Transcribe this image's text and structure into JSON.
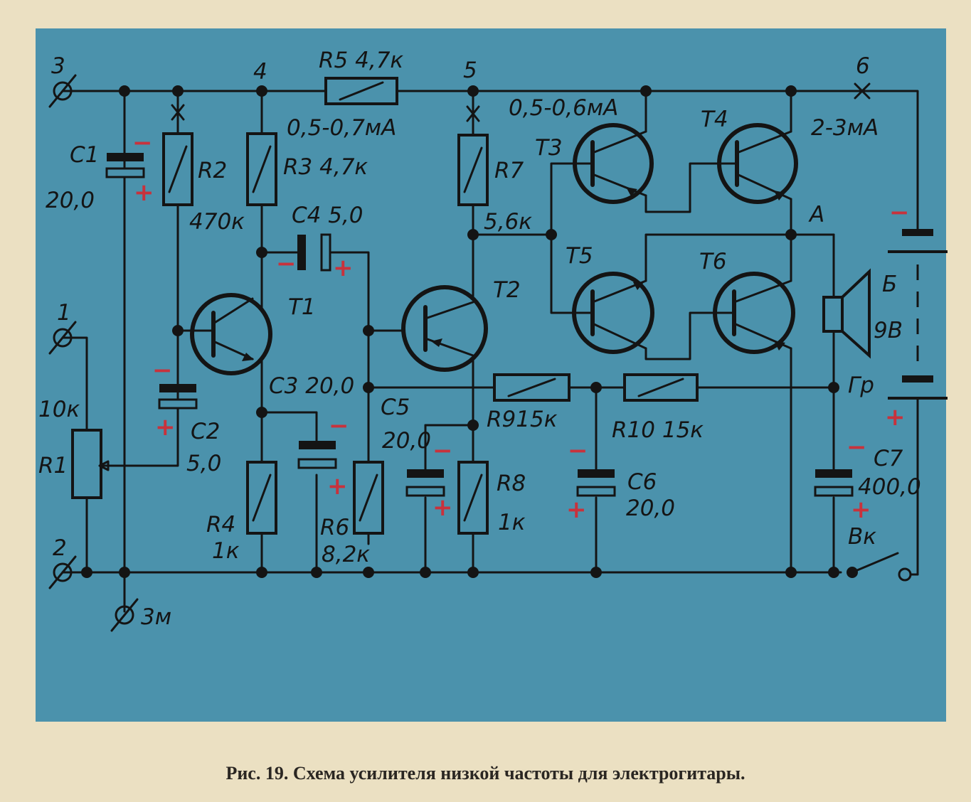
{
  "caption": "Рис. 19. Схема усилителя низкой частоты для электрогитары.",
  "nodes": {
    "n3": "3",
    "n4": "4",
    "n5": "5",
    "n6": "6",
    "n1": "1",
    "n2": "2",
    "n3m": "3м"
  },
  "components": {
    "c1_name": "C1",
    "c1_value": "20,0",
    "r2_name": "R2",
    "r2_value": "470к",
    "r3": "R3 4,7к",
    "r5": "R5 4,7к",
    "i1": "0,5-0,7мА",
    "c4": "C4 5,0",
    "r7_name": "R7",
    "r7_value": "5,6к",
    "i2": "0,5-0,6мА",
    "t1": "T1",
    "t2": "T2",
    "t3": "T3",
    "t4": "T4",
    "t5": "T5",
    "t6": "T6",
    "i3": "2-3мА",
    "node_a": "А",
    "bat_name": "Б",
    "bat_value": "9В",
    "spk": "Гр",
    "c3": "C3 20,0",
    "c5_name": "C5",
    "c5_value": "20,0",
    "r9": "R915к",
    "r10": "R10 15к",
    "r1_value": "10к",
    "r1_name": "R1",
    "c2_name": "C2",
    "c2_value": "5,0",
    "r4_name": "R4",
    "r4_value": "1к",
    "r6_name": "R6",
    "r6_value": "8,2к",
    "r8_name": "R8",
    "r8_value": "1к",
    "c6_name": "C6",
    "c6_value": "20,0",
    "c7_name": "C7",
    "c7_value": "400,0",
    "switch": "Вк"
  },
  "polarity": {
    "minus": "−",
    "plus": "+"
  },
  "colors": {
    "background": "#4b92ac",
    "ink": "#141414",
    "polarity": "#c8323c",
    "paper": "#ebe0c2"
  }
}
